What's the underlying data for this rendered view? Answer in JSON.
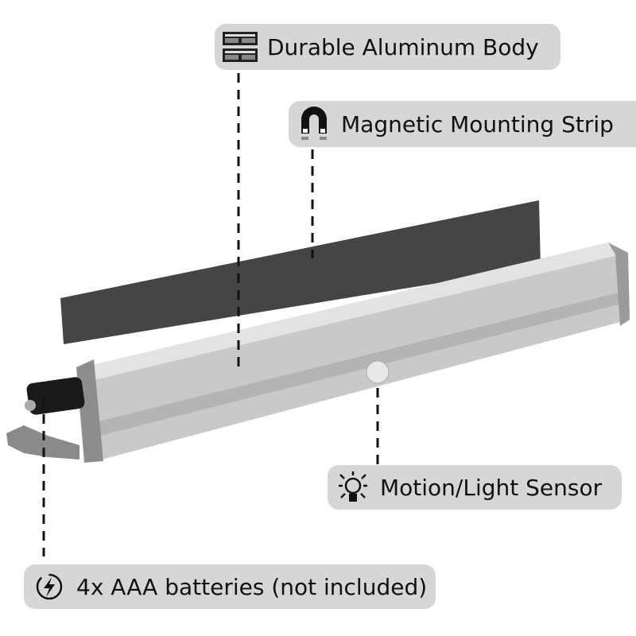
{
  "labels": {
    "body": {
      "text": "Durable Aluminum Body",
      "icon": "aluminum-profile-icon"
    },
    "magnet": {
      "text": "Magnetic Mounting Strip",
      "icon": "magnet-icon"
    },
    "sensor": {
      "text": "Motion/Light Sensor",
      "icon": "light-bulb-icon"
    },
    "battery": {
      "text": "4x AAA batteries (not included)",
      "icon": "lightning-bolt-icon"
    }
  },
  "colors": {
    "pill": "#d6d6d6",
    "aluminum": "#c8c8c8",
    "magnet_strip": "#454545",
    "end_cap": "#8a8a8a"
  }
}
